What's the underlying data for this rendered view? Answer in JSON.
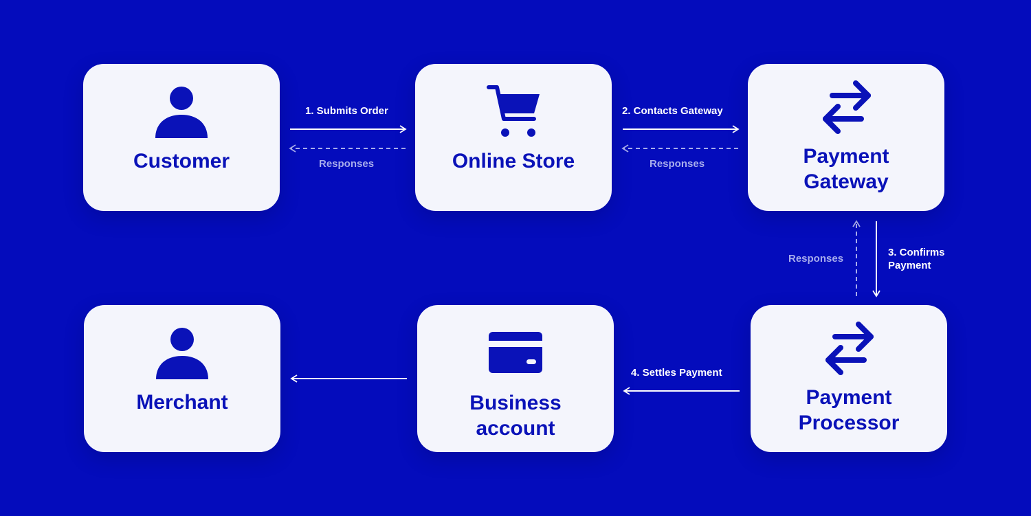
{
  "colors": {
    "background": "#040cbc",
    "node_fill": "#f4f5fc",
    "node_text": "#0a12b8",
    "arrow": "#ffffff",
    "response_arrow": "#a7acec"
  },
  "nodes": {
    "customer": {
      "label": "Customer",
      "icon": "person-icon"
    },
    "online_store": {
      "label": "Online Store",
      "icon": "shopping-cart-icon"
    },
    "payment_gateway": {
      "label": "Payment\nGateway",
      "icon": "swap-arrows-icon"
    },
    "merchant": {
      "label": "Merchant",
      "icon": "person-icon"
    },
    "business_account": {
      "label": "Business\naccount",
      "icon": "credit-card-icon"
    },
    "payment_processor": {
      "label": "Payment\nProcessor",
      "icon": "swap-arrows-icon"
    }
  },
  "edges": {
    "submits_order": "1. Submits Order",
    "contacts_gateway": "2. Contacts Gateway",
    "confirms_payment": "3. Confirms\nPayment",
    "settles_payment": "4. Settles Payment",
    "responses_1": "Responses",
    "responses_2": "Responses",
    "responses_3": "Responses"
  }
}
